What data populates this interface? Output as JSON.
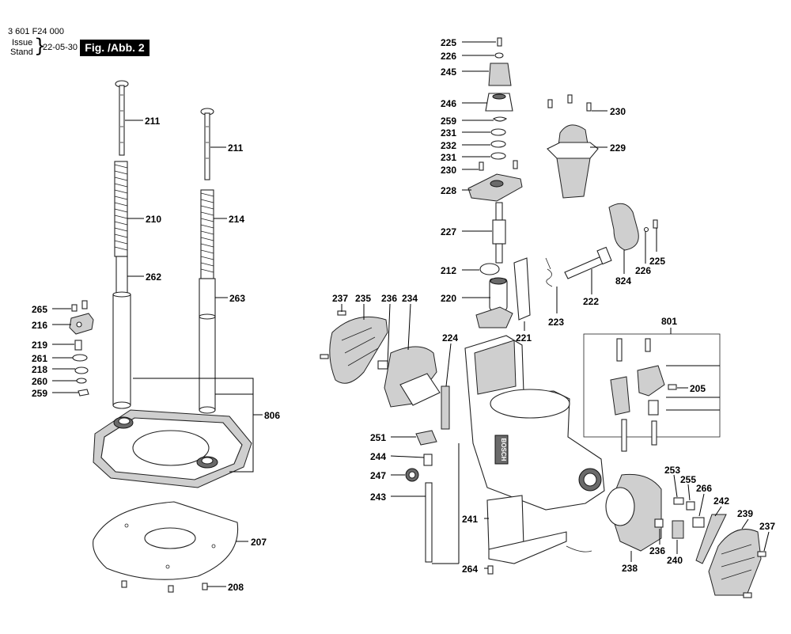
{
  "header": {
    "doc_number": "3 601 F24 000",
    "issue_label": "Issue",
    "stand_label": "Stand",
    "issue_date": "22-05-30",
    "figure": "Fig. /Abb. 2"
  },
  "callouts": [
    {
      "id": "c211a",
      "text": "211"
    },
    {
      "id": "c211b",
      "text": "211"
    },
    {
      "id": "c210",
      "text": "210"
    },
    {
      "id": "c214",
      "text": "214"
    },
    {
      "id": "c262",
      "text": "262"
    },
    {
      "id": "c263",
      "text": "263"
    },
    {
      "id": "c265",
      "text": "265"
    },
    {
      "id": "c216",
      "text": "216"
    },
    {
      "id": "c219",
      "text": "219"
    },
    {
      "id": "c261",
      "text": "261"
    },
    {
      "id": "c218",
      "text": "218"
    },
    {
      "id": "c260",
      "text": "260"
    },
    {
      "id": "c259a",
      "text": "259"
    },
    {
      "id": "c806",
      "text": "806"
    },
    {
      "id": "c207",
      "text": "207"
    },
    {
      "id": "c208",
      "text": "208"
    },
    {
      "id": "c225a",
      "text": "225"
    },
    {
      "id": "c226a",
      "text": "226"
    },
    {
      "id": "c245",
      "text": "245"
    },
    {
      "id": "c246",
      "text": "246"
    },
    {
      "id": "c259b",
      "text": "259"
    },
    {
      "id": "c231a",
      "text": "231"
    },
    {
      "id": "c232",
      "text": "232"
    },
    {
      "id": "c231b",
      "text": "231"
    },
    {
      "id": "c230a",
      "text": "230"
    },
    {
      "id": "c228",
      "text": "228"
    },
    {
      "id": "c227",
      "text": "227"
    },
    {
      "id": "c212",
      "text": "212"
    },
    {
      "id": "c220",
      "text": "220"
    },
    {
      "id": "c237a",
      "text": "237"
    },
    {
      "id": "c235",
      "text": "235"
    },
    {
      "id": "c236a",
      "text": "236"
    },
    {
      "id": "c234",
      "text": "234"
    },
    {
      "id": "c224",
      "text": "224"
    },
    {
      "id": "c221",
      "text": "221"
    },
    {
      "id": "c223",
      "text": "223"
    },
    {
      "id": "c222",
      "text": "222"
    },
    {
      "id": "c824",
      "text": "824"
    },
    {
      "id": "c226b",
      "text": "226"
    },
    {
      "id": "c225b",
      "text": "225"
    },
    {
      "id": "c230b",
      "text": "230"
    },
    {
      "id": "c229",
      "text": "229"
    },
    {
      "id": "c801",
      "text": "801"
    },
    {
      "id": "c205",
      "text": "205"
    },
    {
      "id": "c251",
      "text": "251"
    },
    {
      "id": "c244",
      "text": "244"
    },
    {
      "id": "c247",
      "text": "247"
    },
    {
      "id": "c243",
      "text": "243"
    },
    {
      "id": "c241",
      "text": "241"
    },
    {
      "id": "c264",
      "text": "264"
    },
    {
      "id": "c253",
      "text": "253"
    },
    {
      "id": "c255",
      "text": "255"
    },
    {
      "id": "c266",
      "text": "266"
    },
    {
      "id": "c242",
      "text": "242"
    },
    {
      "id": "c239",
      "text": "239"
    },
    {
      "id": "c237b",
      "text": "237"
    },
    {
      "id": "c236b",
      "text": "236"
    },
    {
      "id": "c240",
      "text": "240"
    },
    {
      "id": "c238",
      "text": "238"
    }
  ],
  "brand_mark": "BOSCH"
}
